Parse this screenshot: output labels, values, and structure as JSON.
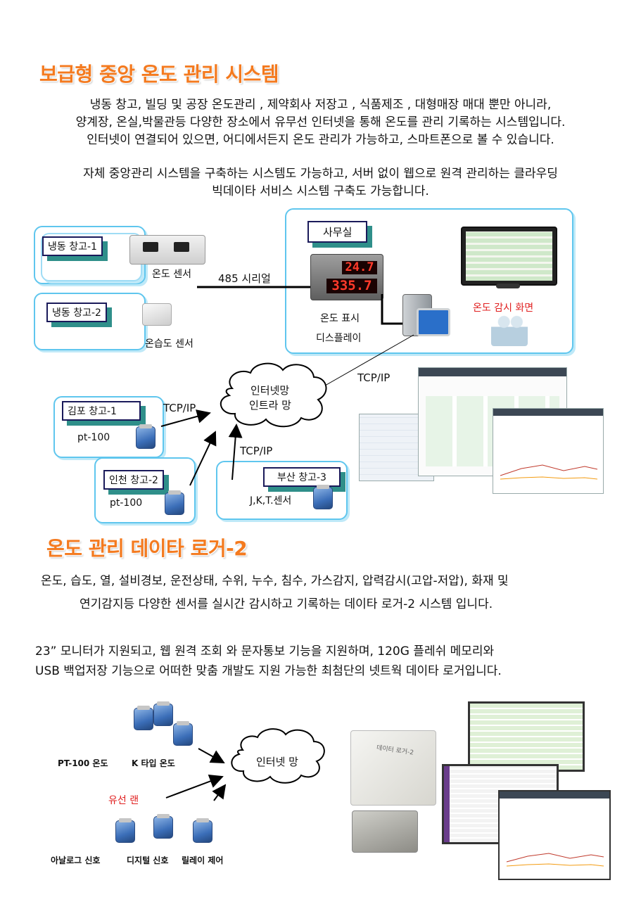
{
  "section1": {
    "title": "보급형 중앙 온도 관리 시스템",
    "paragraph1": [
      "냉동 창고, 빌딩 및 공장 온도관리 , 제약회사 저장고 , 식품제조 , 대형매장 매대 뿐만 아니라,",
      "양계장, 온실,박물관등 다양한 장소에서 유무선 인터넷을 통해 온도를 관리 기록하는 시스템입니다.",
      "인터넷이 연결되어 있으면, 어디에서든지 온도 관리가 가능하고, 스마트폰으로 볼 수 있습니다."
    ],
    "paragraph2": [
      "자체 중앙관리 시스템을 구축하는 시스템도 가능하고, 서버 없이 웹으로 원격 관리하는 클라우딩",
      "빅데이타 서비스 시스템 구축도 가능합니다."
    ]
  },
  "diagram1": {
    "warehouse1": "냉동 창고-1",
    "warehouse2": "냉동 창고-2",
    "temp_sensor": "온도 센서",
    "humid_sensor": "온습도 센서",
    "serial": "485 시리얼",
    "office": "사무실",
    "display_reading1": "24.7",
    "display_reading2": "335.7",
    "display_label1": "온도 표시",
    "display_label2": "디스플레이",
    "monitor_screen": "온도 감시 화면",
    "tcpip1": "TCP/IP",
    "tcpip2": "TCP/IP",
    "tcpip3": "TCP/IP",
    "cloud_line1": "인터넷망",
    "cloud_line2": "인트라 망",
    "gimpo": "김포 창고-1",
    "gimpo_sensor": "pt-100",
    "incheon": "인천 창고-2",
    "incheon_sensor": "pt-100",
    "busan": "부산 창고-3",
    "busan_sensor": "J,K,T.센서"
  },
  "section2": {
    "title": "온도 관리 데이타 로거-2",
    "paragraph1": [
      "온도, 습도, 열, 설비경보, 운전상태, 수위, 누수, 침수, 가스감지, 압력감시(고압-저압), 화재 및",
      "연기감지등  다양한 센서를 실시간 감시하고 기록하는 데이타 로거-2 시스템 입니다."
    ],
    "paragraph2": [
      "23” 모니터가 지원되고, 웹 원격 조회 와 문자통보 기능을 지원하며, 120G 플레쉬 메모리와",
      "USB 백업저장 기능으로 어떠한 맞춤 개발도 지원 가능한 최첨단의 넷트웍 데이타 로거입니다."
    ]
  },
  "diagram2": {
    "pt100": "PT-100 온도",
    "k_type": "K 타입 온도",
    "wired_lan": "유선 랜",
    "analog": "아날로그 신호",
    "digital": "디지털 신호",
    "relay": "릴레이 제어",
    "cloud": "인터넷 망",
    "logger_label": "데이터 로거-2"
  },
  "colors": {
    "title": "#f47a1f",
    "panel_border": "#5fc6ee",
    "label_shadow": "#2f8f8a",
    "red_text": "#e02020",
    "led": "#ff3a2a"
  }
}
